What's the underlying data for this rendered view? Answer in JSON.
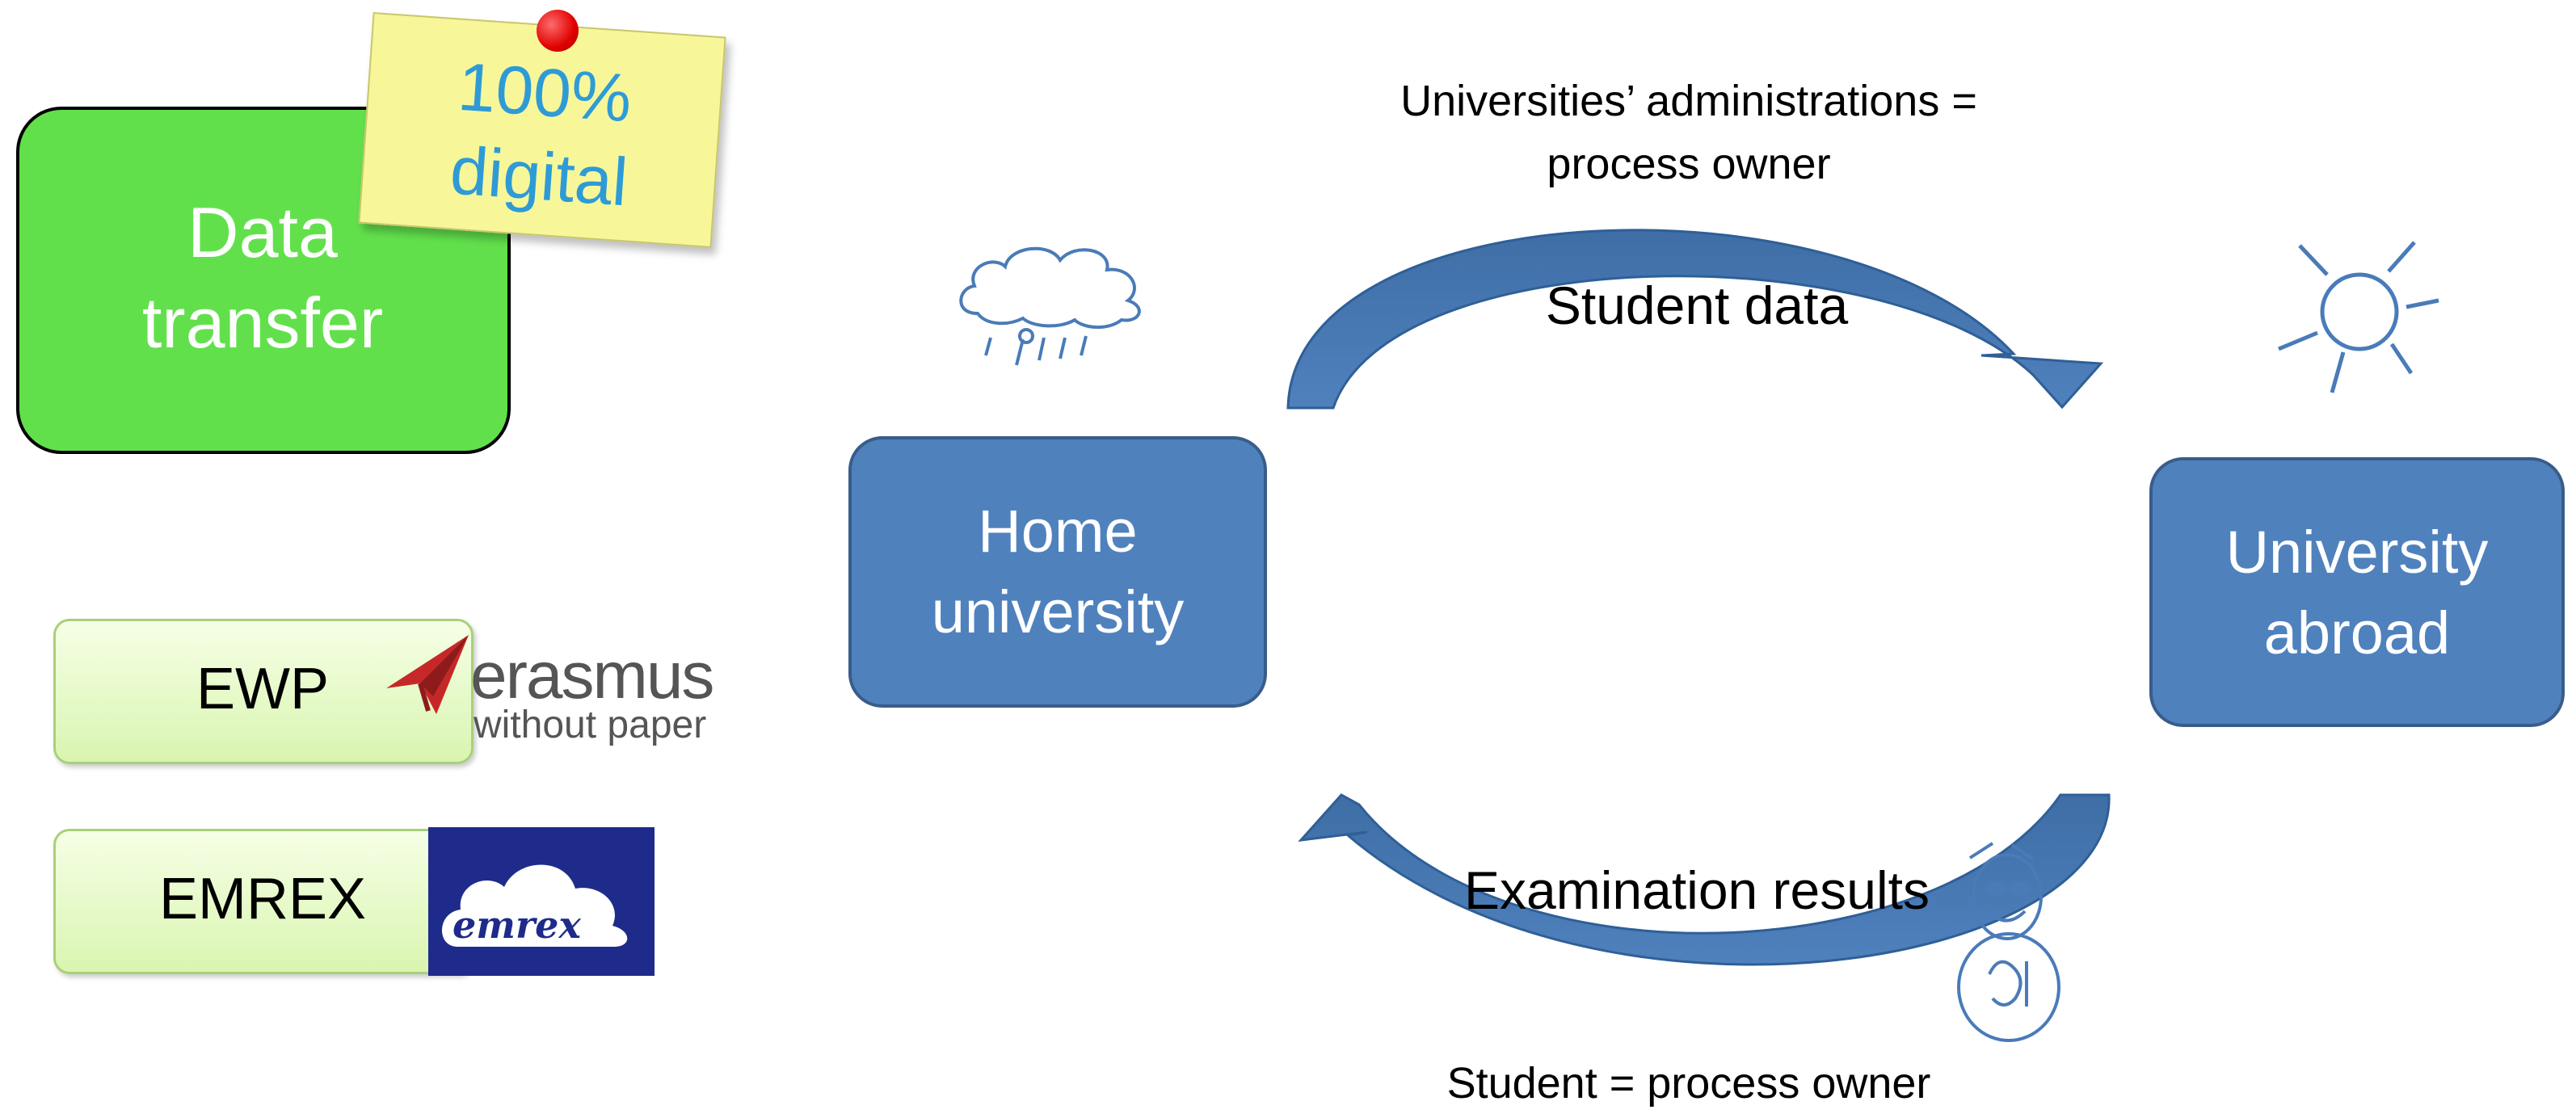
{
  "data_transfer": {
    "title_line1": "Data",
    "title_line2": "transfer",
    "note_line1": "100%",
    "note_line2": "digital"
  },
  "ewp": {
    "label": "EWP",
    "logo_word": "erasmus",
    "logo_subtitle": "without paper"
  },
  "emrex": {
    "label": "EMREX",
    "logo_word": "emrex"
  },
  "process": {
    "home": {
      "line1": "Home",
      "line2": "university"
    },
    "abroad": {
      "line1": "University",
      "line2": "abroad"
    },
    "admin_line1": "Universities’ administrations =",
    "admin_line2": "process owner",
    "top_arrow_label": "Student data",
    "bottom_arrow_label": "Examination results",
    "student_owner": "Student = process owner"
  },
  "colors": {
    "green_box": "#62e04c",
    "blue_box": "#4f81bd",
    "arrow": "#4f81bd",
    "note": "#f7f79a",
    "note_text": "#2e9bd6",
    "emrex_logo_bg": "#1e2b8a"
  },
  "icons": [
    "rain-cloud-icon",
    "sun-icon",
    "paper-plane-icon",
    "cloud-logo-icon",
    "student-figure-icon",
    "pushpin-icon"
  ]
}
